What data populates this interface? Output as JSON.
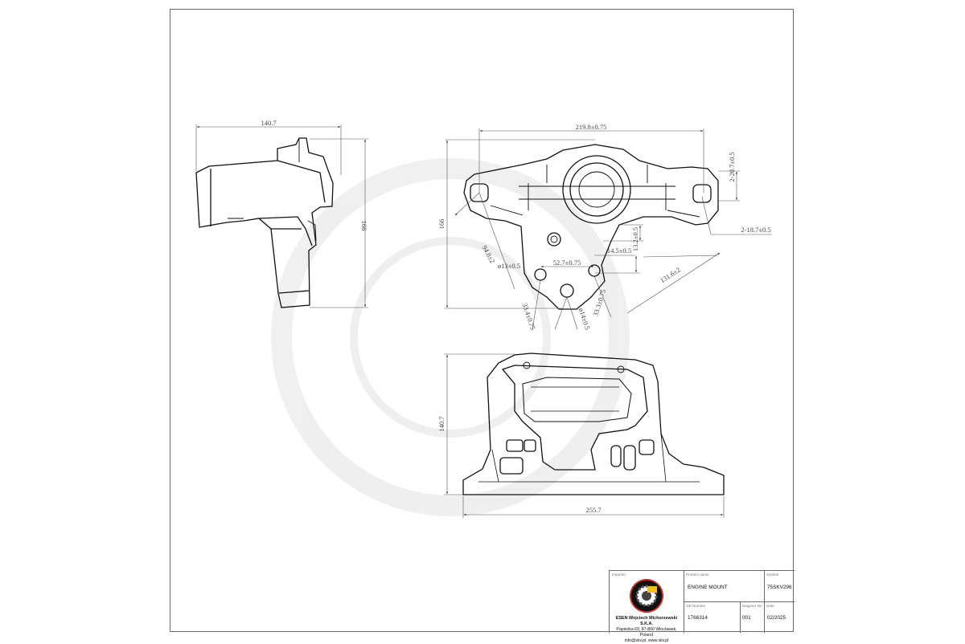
{
  "drawing": {
    "side_view": {
      "width": "140.7",
      "height": "166"
    },
    "top_view": {
      "hole_span": "219.8±0.75",
      "height": "166",
      "ear_thickness": "2-20.7±0.5",
      "ear_hole": "2-18.7±0.5",
      "radius_left": "94.8±2",
      "radius_right": "131.6±2",
      "offset_13_2": "13.2±0.5",
      "offset_14_5": "14.5±0.5",
      "bolt_hole": "ø13±0.5",
      "bolt_span": "52.7±0.75",
      "center_hole": "ø14±0.5",
      "left_offset": "33.4±0.75",
      "right_offset": "33.3±0.75"
    },
    "front_view": {
      "width": "255.7",
      "height": "140.7"
    }
  },
  "title_block": {
    "importer_label": "Importer",
    "company_name": "ESEN Wojciech Michorzewski S.K.A.",
    "company_address": "Papiezka 69, 87-800 Wloclawek, Poland",
    "company_contact": "info@skv.pl, www.skv.pl",
    "logo_text": "SKV",
    "logo_ring_text": "AUTOPARTS",
    "product_name_label": "Product name",
    "product_name": "ENGINE MOUNT",
    "symbol_label": "Symbol",
    "symbol": "75SKV296",
    "oe_label": "OE Number",
    "oe_number": "1766314",
    "diagram_no_label": "Diagram No",
    "diagram_no": "001",
    "date_label": "Date",
    "date": "02/2025"
  }
}
